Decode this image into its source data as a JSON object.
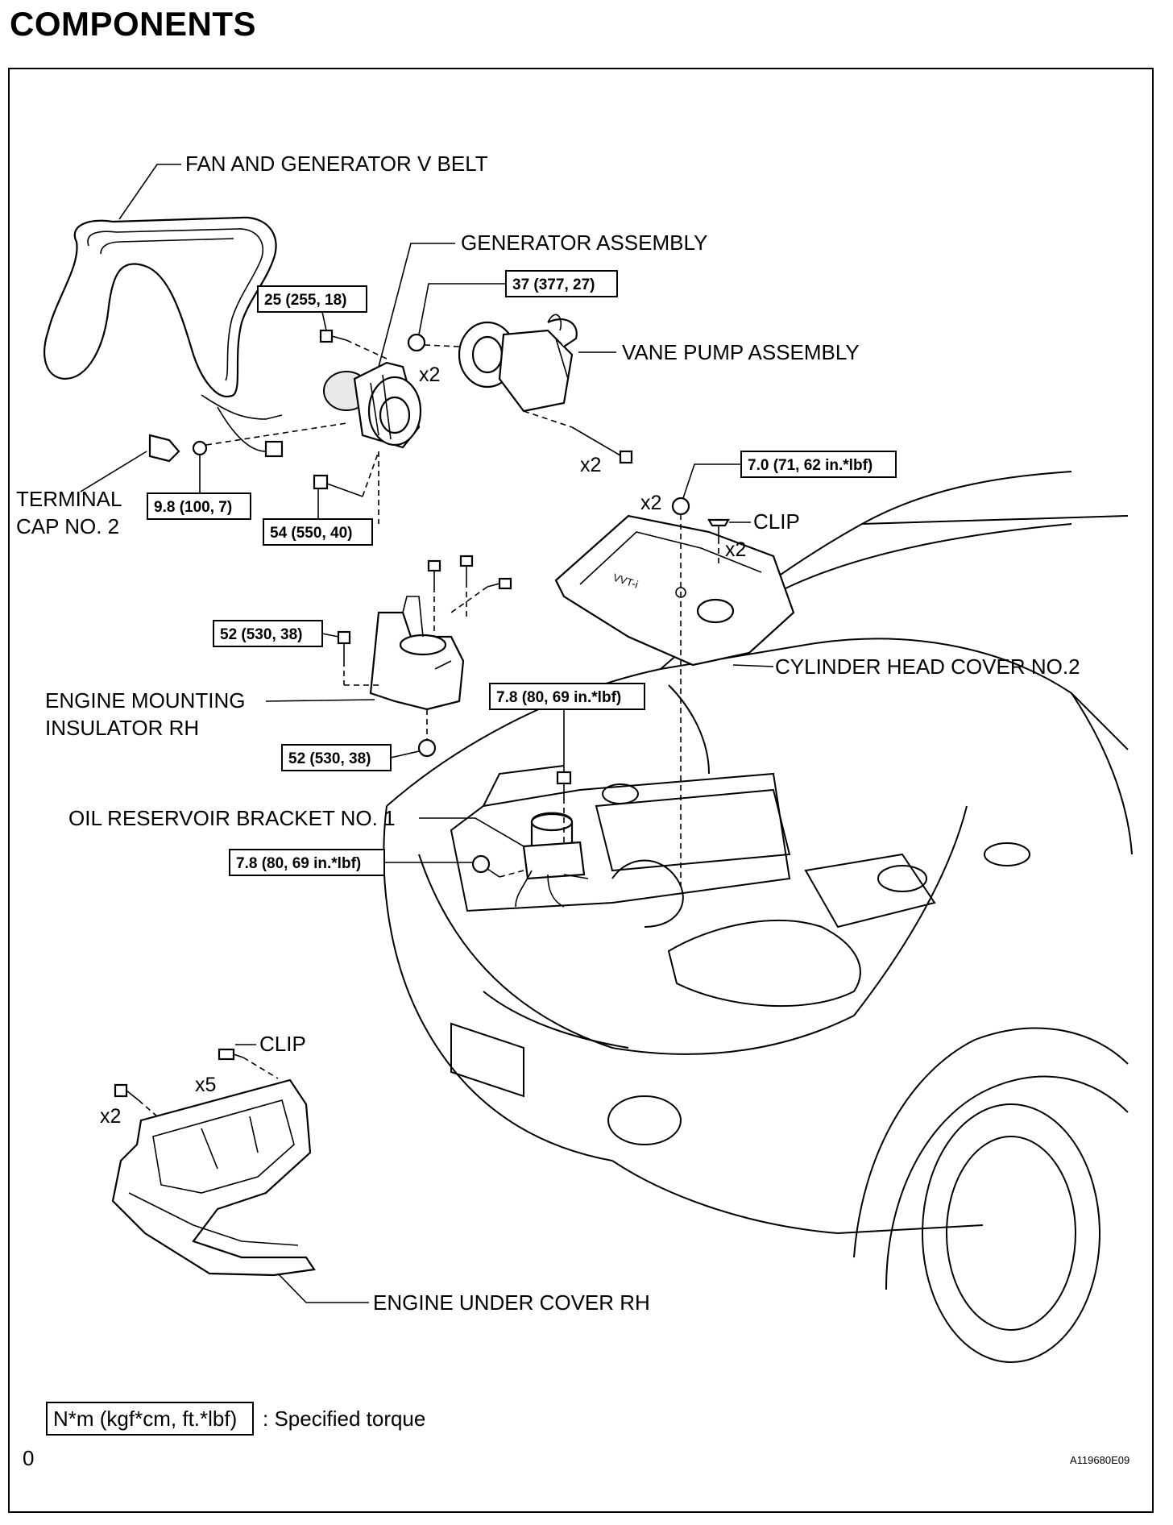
{
  "page": {
    "title": "COMPONENTS",
    "page_number": "0",
    "figure_code": "A119680E09"
  },
  "labels": {
    "fan_belt": "FAN AND GENERATOR V BELT",
    "generator": "GENERATOR ASSEMBLY",
    "vane_pump": "VANE PUMP ASSEMBLY",
    "terminal_cap_line1": "TERMINAL",
    "terminal_cap_line2": "CAP NO. 2",
    "clip_top": "CLIP",
    "cylinder_head_cover": "CYLINDER HEAD COVER NO.2",
    "engine_mount_line1": "ENGINE MOUNTING",
    "engine_mount_line2": "INSULATOR RH",
    "oil_reservoir_bracket": "OIL RESERVOIR BRACKET NO. 1",
    "clip_bottom": "CLIP",
    "engine_under_cover": "ENGINE UNDER COVER RH"
  },
  "torques": {
    "gen_upper_bolt": "25 (255, 18)",
    "vane_pump_nut": "37 (377, 27)",
    "terminal_nut": "9.8 (100, 7)",
    "gen_lower_bolt": "54 (550, 40)",
    "head_cover_nut": "7.0 (71, 62 in.*lbf)",
    "mount_upper_bolt": "52 (530, 38)",
    "mount_lower_nut": "52 (530, 38)",
    "reservoir_bolt_upper": "7.8 (80, 69 in.*lbf)",
    "reservoir_bolt_left": "7.8 (80, 69 in.*lbf)"
  },
  "quantities": {
    "vane_pump_nut": "x2",
    "vane_pump_bolt": "x2",
    "head_cover_nut": "x2",
    "head_cover_clip": "x2",
    "under_cover_clip": "x5",
    "under_cover_bolt": "x2"
  },
  "engine_cover_marking": "VVT-i",
  "legend": {
    "unit_box": "N*m (kgf*cm, ft.*lbf)",
    "description": ": Specified torque"
  }
}
